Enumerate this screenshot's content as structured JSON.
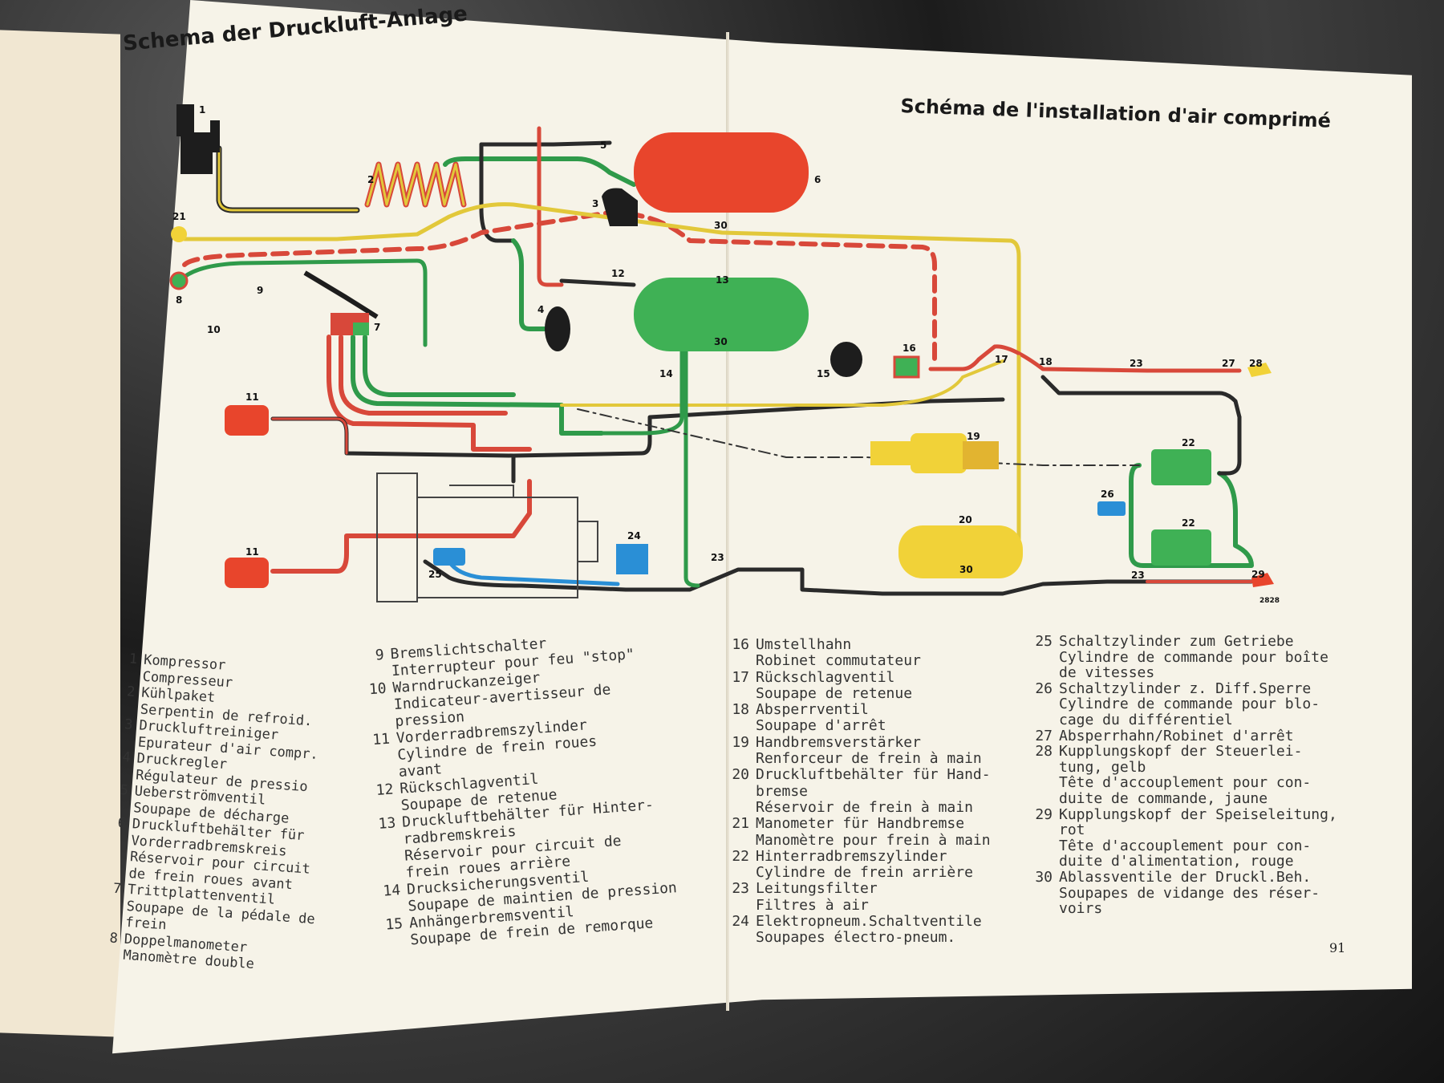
{
  "titles": {
    "de": "Schema der Druckluft-Anlage",
    "fr": "Schéma de l'installation d'air comprimé"
  },
  "page_number": "91",
  "diagram": {
    "component_labels": [
      "1",
      "2",
      "3",
      "4",
      "5",
      "6",
      "7",
      "8",
      "9",
      "10",
      "11",
      "11",
      "12",
      "13",
      "14",
      "15",
      "16",
      "17",
      "18",
      "19",
      "20",
      "21",
      "22",
      "22",
      "23",
      "23",
      "23",
      "24",
      "25",
      "26",
      "27",
      "28",
      "29",
      "30",
      "30",
      "30",
      "30"
    ],
    "stamp": "2828",
    "colors": {
      "reservoir_front": "#e8452c",
      "reservoir_rear": "#3fb155",
      "handbrake_reservoir": "#f1d238",
      "cylinder_blue": "#2a8fd6",
      "pipe_dark": "#2a2a2a",
      "pipe_yellow": "#e2c83a",
      "pipe_red": "#d8483a",
      "pipe_green": "#2f9a4a"
    }
  },
  "legend": [
    {
      "n": "1",
      "lines": [
        "Kompressor",
        "Compresseur"
      ]
    },
    {
      "n": "2",
      "lines": [
        "Kühlpaket",
        "Serpentin de refroid."
      ]
    },
    {
      "n": "3",
      "lines": [
        "Druckluftreiniger",
        "Epurateur d'air compr."
      ]
    },
    {
      "n": "4",
      "lines": [
        "Druckregler",
        "Régulateur de pressio"
      ]
    },
    {
      "n": "5",
      "lines": [
        "Ueberströmventil",
        "Soupape de décharge"
      ]
    },
    {
      "n": "6",
      "lines": [
        "Druckluftbehälter für",
        "Vorderradbremskreis",
        "Réservoir pour circuit",
        "de frein roues avant"
      ]
    },
    {
      "n": "7",
      "lines": [
        "Trittplattenventil",
        "Soupape de la pédale de",
        "frein"
      ]
    },
    {
      "n": "8",
      "lines": [
        "Doppelmanometer",
        "Manomètre double"
      ]
    },
    {
      "n": "9",
      "lines": [
        "Bremslichtschalter",
        "Interrupteur pour feu \"stop\""
      ]
    },
    {
      "n": "10",
      "lines": [
        "Warndruckanzeiger",
        "Indicateur-avertisseur de",
        "pression"
      ]
    },
    {
      "n": "11",
      "lines": [
        "Vorderradbremszylinder",
        "Cylindre de frein roues",
        "avant"
      ]
    },
    {
      "n": "12",
      "lines": [
        "Rückschlagventil",
        "Soupape de retenue"
      ]
    },
    {
      "n": "13",
      "lines": [
        "Druckluftbehälter für Hinter-",
        "radbremskreis",
        "Réservoir pour circuit de",
        "frein roues arrière"
      ]
    },
    {
      "n": "14",
      "lines": [
        "Drucksicherungsventil",
        "Soupape de maintien de pression"
      ]
    },
    {
      "n": "15",
      "lines": [
        "Anhängerbremsventil",
        "Soupape de frein de remorque"
      ]
    },
    {
      "n": "16",
      "lines": [
        "Umstellhahn",
        "Robinet commutateur"
      ]
    },
    {
      "n": "17",
      "lines": [
        "Rückschlagventil",
        "Soupape de retenue"
      ]
    },
    {
      "n": "18",
      "lines": [
        "Absperrventil",
        "Soupape d'arrêt"
      ]
    },
    {
      "n": "19",
      "lines": [
        "Handbremsverstärker",
        "Renforceur de frein à main"
      ]
    },
    {
      "n": "20",
      "lines": [
        "Druckluftbehälter für Hand-",
        "bremse",
        "Réservoir de frein à main"
      ]
    },
    {
      "n": "21",
      "lines": [
        "Manometer für Handbremse",
        "Manomètre pour frein à main"
      ]
    },
    {
      "n": "22",
      "lines": [
        "Hinterradbremszylinder",
        "Cylindre de frein arrière"
      ]
    },
    {
      "n": "23",
      "lines": [
        "Leitungsfilter",
        "Filtres à air"
      ]
    },
    {
      "n": "24",
      "lines": [
        "Elektropneum.Schaltventile",
        "Soupapes électro-pneum."
      ]
    },
    {
      "n": "25",
      "lines": [
        "Schaltzylinder zum Getriebe",
        "Cylindre de commande pour boîte",
        "de vitesses"
      ]
    },
    {
      "n": "26",
      "lines": [
        "Schaltzylinder z. Diff.Sperre",
        "Cylindre de commande pour blo-",
        "cage du différentiel"
      ]
    },
    {
      "n": "27",
      "lines": [
        "Absperrhahn/Robinet d'arrêt"
      ]
    },
    {
      "n": "28",
      "lines": [
        "Kupplungskopf der Steuerlei-",
        "tung, gelb",
        "Tête d'accouplement pour con-",
        "duite de commande, jaune"
      ]
    },
    {
      "n": "29",
      "lines": [
        "Kupplungskopf der Speiseleitung,",
        "rot",
        "Tête d'accouplement pour con-",
        "duite d'alimentation, rouge"
      ]
    },
    {
      "n": "30",
      "lines": [
        "Ablassventile der Druckl.Beh.",
        "Soupapes de vidange des réser-",
        "voirs"
      ]
    }
  ]
}
